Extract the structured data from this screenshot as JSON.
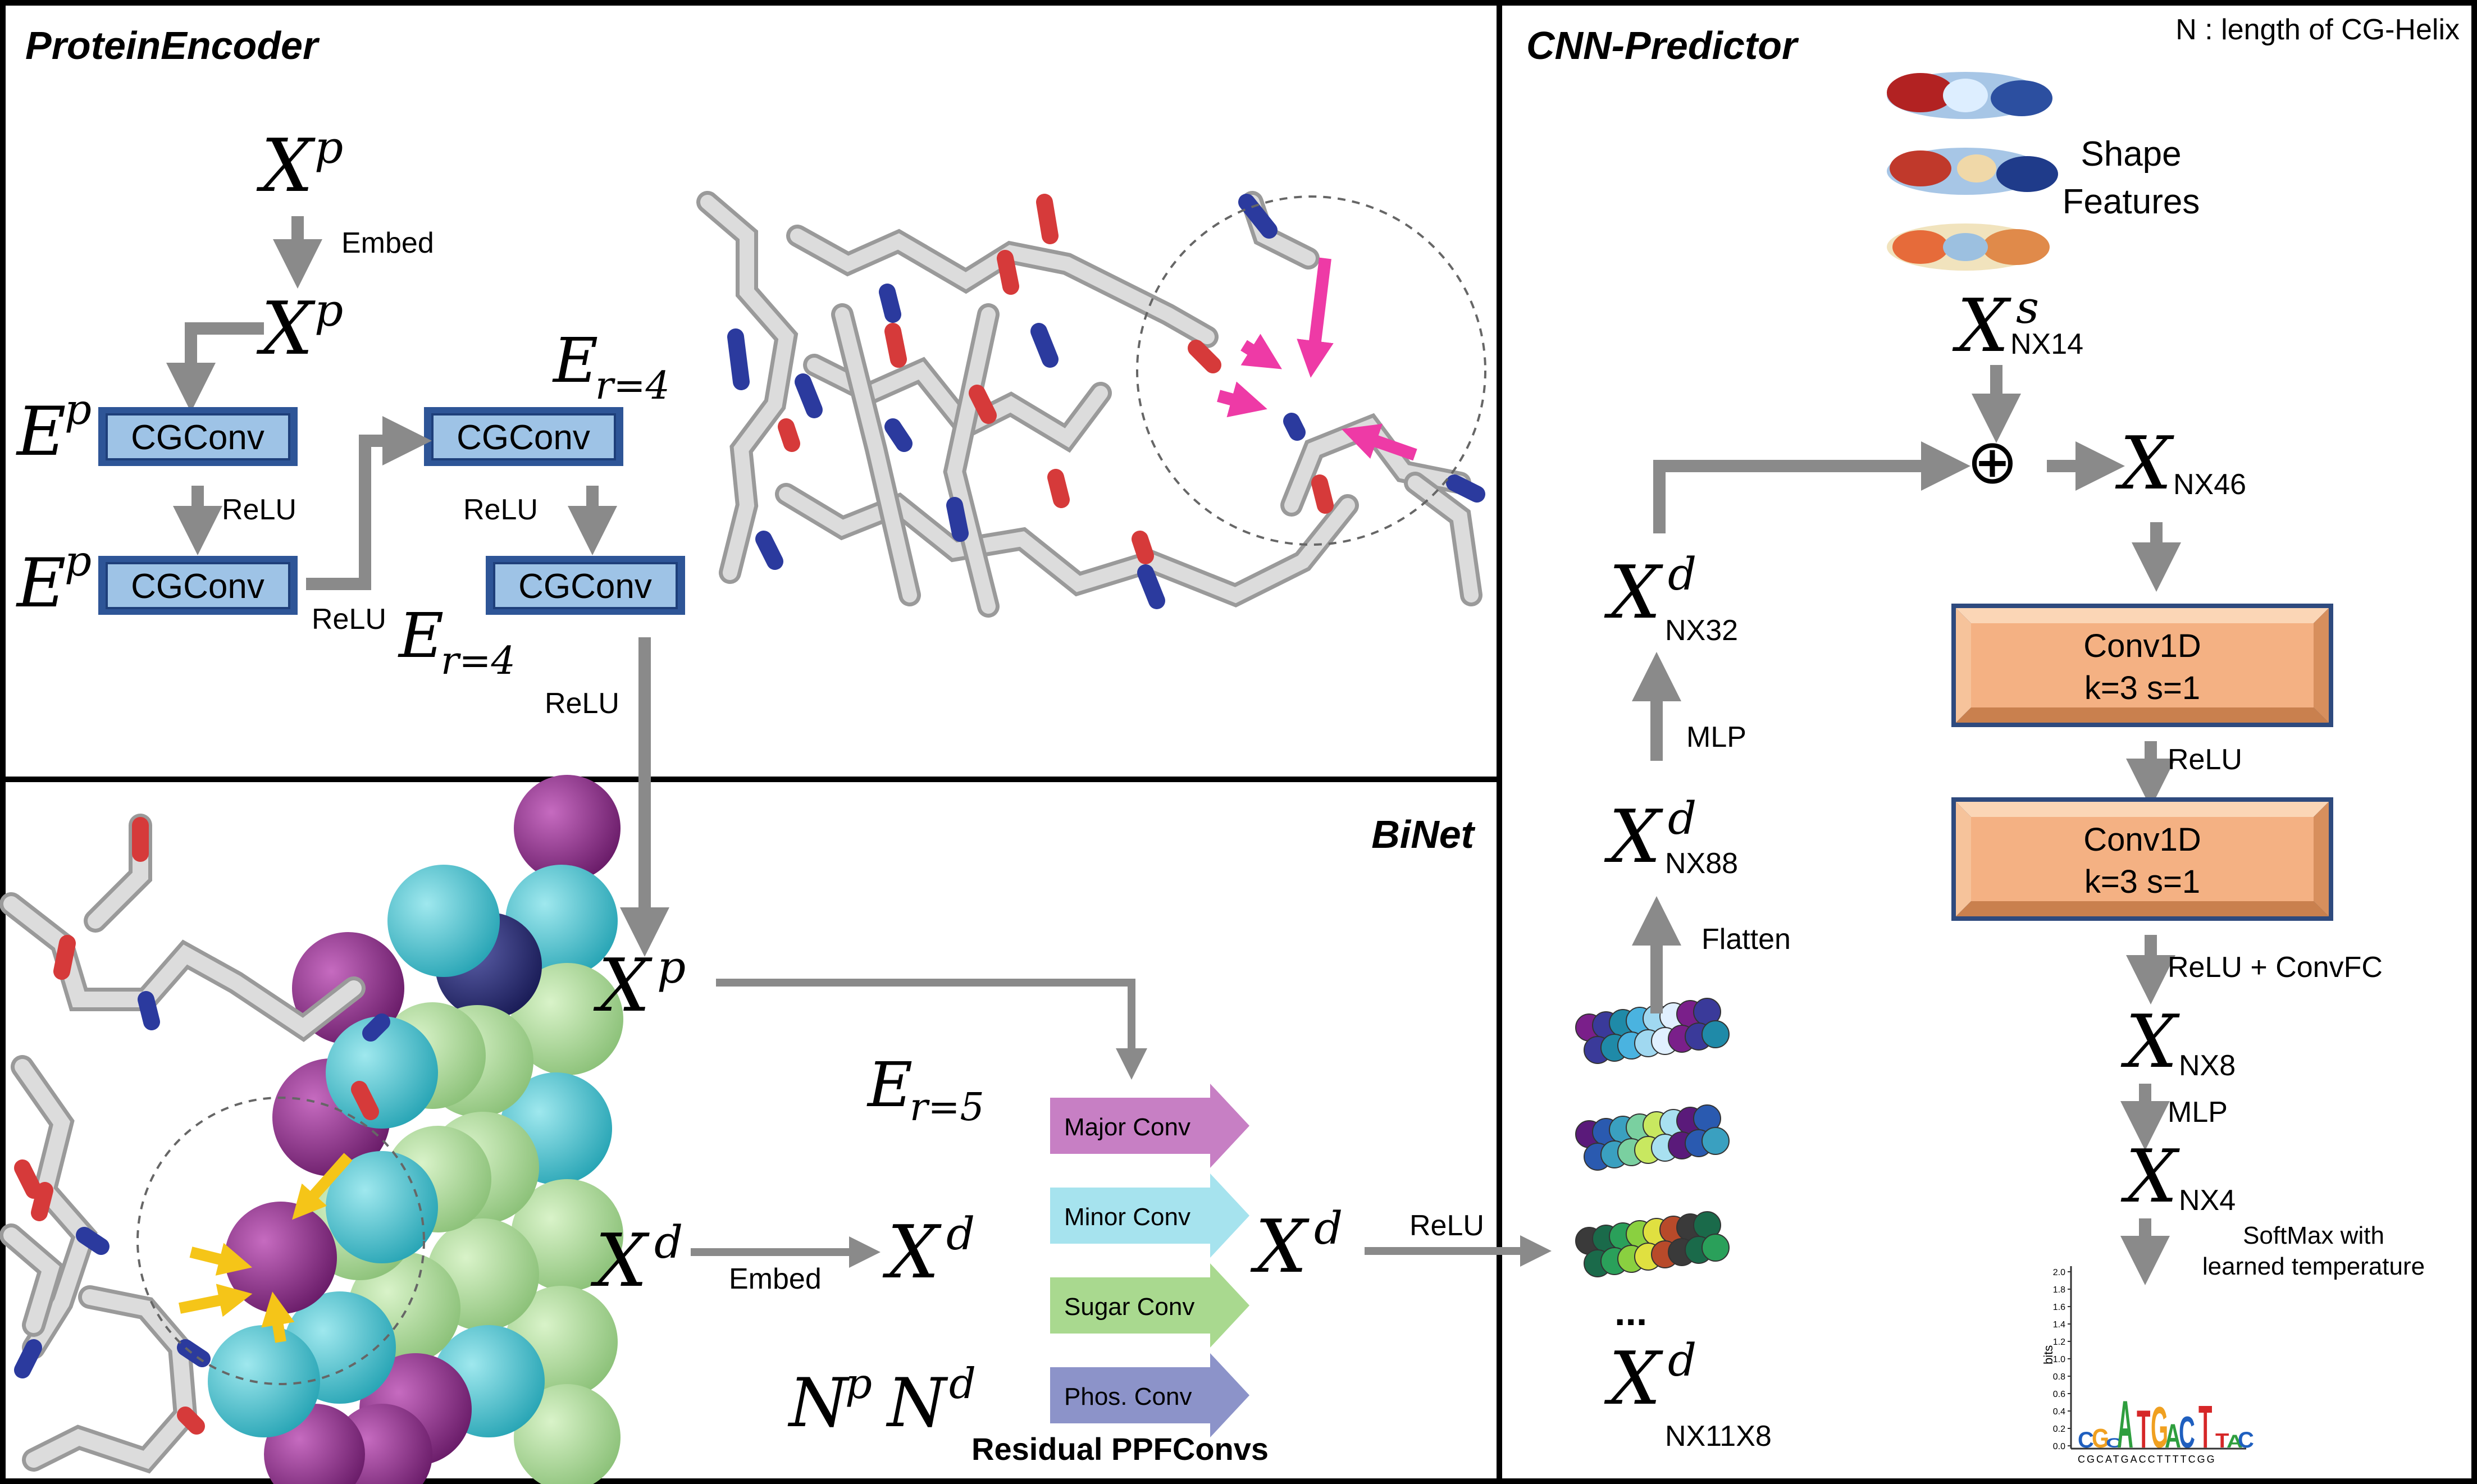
{
  "panels": {
    "protein_encoder": "ProteinEncoder",
    "binet": "BiNet",
    "cnn_predictor": "CNN-Predictor"
  },
  "note": "N : length of CG-Helix",
  "symbols": {
    "X": "X",
    "E": "E",
    "N": "N",
    "sup_p": "p",
    "sup_d": "d",
    "sup_s": "s",
    "sub_r4": "r=4",
    "sub_r5": "r=5",
    "oplus": "⊕",
    "dots": "..."
  },
  "labels": {
    "embed": "Embed",
    "relu": "ReLU",
    "mlp": "MLP",
    "flatten": "Flatten",
    "relu_convfc": "ReLU + ConvFC",
    "softmax_line1": "SoftMax with",
    "softmax_line2": "learned temperature",
    "shape_line1": "Shape",
    "shape_line2": "Features",
    "residual": "Residual PPFConvs"
  },
  "blocks": {
    "cgconv": "CGConv",
    "conv1d": "Conv1D",
    "conv1d_params": "k=3 s=1"
  },
  "conv_arrows": [
    {
      "label": "Major Conv",
      "color": "#c77fc4"
    },
    {
      "label": "Minor Conv",
      "color": "#a6e3ee"
    },
    {
      "label": "Sugar Conv",
      "color": "#a9d98f"
    },
    {
      "label": "Phos. Conv",
      "color": "#8c93c9"
    }
  ],
  "dims": {
    "nx14": "NX14",
    "nx46": "NX46",
    "nx32": "NX32",
    "nx88": "NX88",
    "nx11x8": "NX11X8",
    "nx8": "NX8",
    "nx4": "NX4"
  },
  "logo": {
    "y_axis_label": "bits",
    "y_ticks": [
      "0.0",
      "0.2",
      "0.4",
      "0.6",
      "0.8",
      "1.0",
      "1.2",
      "1.4",
      "1.6",
      "1.8",
      "2.0"
    ],
    "x_sequence": "CGCATGACCTTTTCGG"
  },
  "colors": {
    "cgconv_fill": "#9ec3e6",
    "cgconv_border": "#2e5597",
    "conv1d_fill": "#f4b183",
    "conv1d_border": "#2e4a7e",
    "arrow_gray": "#8a8a8a",
    "magenta_arrow": "#ee3aa6",
    "yellow_arrow": "#f5c518"
  }
}
